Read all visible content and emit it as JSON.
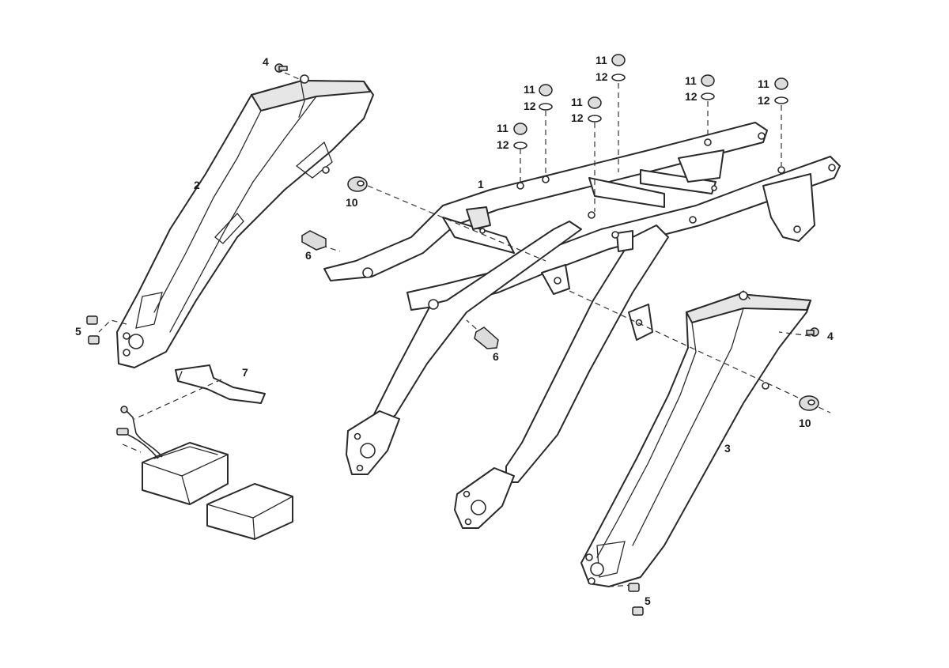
{
  "diagram": {
    "callouts": {
      "frame": "1",
      "left_side_cover": "2",
      "right_side_cover": "3",
      "screw": "4",
      "bolt": "5",
      "pin": "6",
      "bracket": "7",
      "grommet": "10",
      "nut": "11",
      "washer": "12"
    }
  }
}
